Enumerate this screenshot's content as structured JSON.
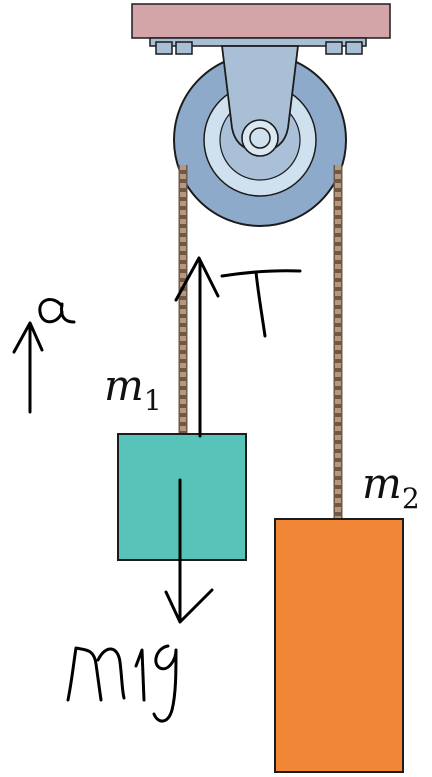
{
  "diagram": {
    "labels": {
      "mass_1": {
        "symbol": "m",
        "subscript": "1"
      },
      "mass_2": {
        "symbol": "m",
        "subscript": "2"
      }
    },
    "handwritten": {
      "acceleration": "a",
      "tension": "T",
      "weight": "m1g"
    },
    "colors": {
      "ceiling": "#d3a5a9",
      "bracket": "#a9bfd6",
      "pulley_outer": "#8eaacb",
      "pulley_inner": "#cfe0ee",
      "rope": "#b8977a",
      "block_1": "#58c3b8",
      "block_2": "#f18636",
      "outline": "#1c1c1c"
    }
  }
}
